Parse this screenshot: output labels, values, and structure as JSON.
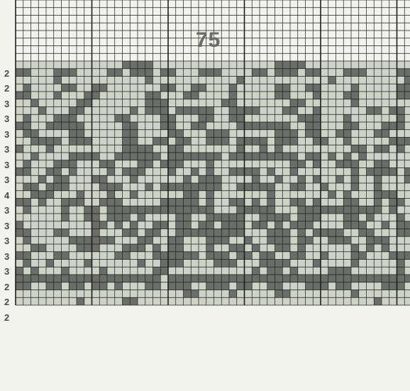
{
  "pattern_number": "75",
  "row_labels": [
    "2",
    "2",
    "3",
    "3",
    "3",
    "3",
    "3",
    "3",
    "4",
    "3",
    "3",
    "3",
    "3",
    "3",
    "2",
    "2",
    "2"
  ],
  "colors": {
    "paper": "#f3f3ee",
    "band": "#cfd2c6",
    "filled": "#6b6d68",
    "grid_line": "#1e1e1e"
  },
  "pattern_rows": [
    "..............oooo................oooo..............",
    "oo...ooo....oo.ooo.oo...ooo....oo.ooo.oo...ooo....oo",
    ".....o...........o...........o...........o.........o",
    ".o....oo..oo.......oo..oo...o.....oo..oo....o.....oo",
    "oo...o...oo......oo...oo....o.....oo...o...oo.....oo",
    "..o.....oo.......ooo.......oo.......oo......o.......",
    "...o...oo......o.ooo.ooooo..oooo...oo..o......oo.oo.",
    ".o...ooo.....oo....oo...oo..oo.......ooo...o......o.",
    "oo..ooooo.....oo...oo..oo....ooooooo..oo...oo...ooo.",
    ".oo....oo.....oo....oo...ooo......ooo.oo..oo...oo...",
    "..oooo.ooo....oo..oo.oo..ooo.oooo.ooo..oo..o.....ooo",
    "o...o.........oooo..oo.......o..o.o.........oo.oo.o.",
    "..o....oooo..oooooo.ooooooo.ooooooooo.oo.o.o.o......",
    ".o...ooo...oo...oo.ooo...o..........oo.o..ooo..oo...",
    "oo..oo.o....o.ooo...o..o.o..oooo.o..o.......o.oooo.o",
    "...o.oo...oo...o......o.ooo....o..o..o.o..o.o..o...o",
    ".oo.ooo....ooo...o.oooooooo..ooooo..oo..o...o..o....",
    "..ooo...o...o..o......oo.o.......o.......o.o...ooo..",
    "oo.o..ooo..ooo.....ooooo.o..oo.o.o..oo.o...oo..o.oo.",
    ".o....o..oo.oooooooooooooo...ooooo...ooooooooooo.o..",
    "......o..oo.ooo.o....oo..ooooo..oooo.ooo...oo.o...o.",
    "o.........oo.o.o..oo.oo.oo.ooo.oo.o.ooo....ooo..o.oo",
    "oo...oo...o...oo.oo..ooooooooo...ooo.o.oooo..oo...oo",
    ".o.....oooooo...oo..oo...ooo..o..ooo.oo..ooo..ooo...",
    "..oo....ooo...ooo.o.oo...o..oo.o..oo.o......o.o.o...",
    "oo...oo......oo...oooooo.ooo.oo.oo..oo..o...oo...ooo",
    ".o..o....o......o..ooo....ooo...oooo...o....o.....o.",
    "o.o...o....o......oo...........o.oo.o....ooo......o.",
    "ooooooooooooooooooo.oooooooooooooooooooooooooooooooo",
    "oo..oo.oo.oo.o...oo.ooo..ooo.oo..oo...ooo.oo....ooo.",
    "......................oo....o.....oo........o.......",
    "........o.....oo...............................o...."
  ]
}
